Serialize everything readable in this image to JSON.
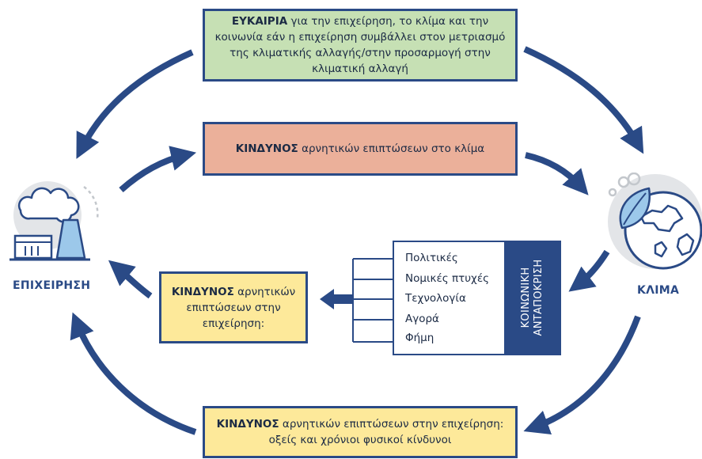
{
  "nodes": {
    "business": "ΕΠΙΧΕΙΡΗΣΗ",
    "climate": "ΚΛΙΜΑ"
  },
  "boxes": {
    "opportunity": {
      "keyword": "ΕΥΚΑΙΡΙΑ",
      "text": " για την επιχείρηση, το κλίμα και την κοινωνία εάν η επιχείρηση συμβάλλει στον μετριασμό της κλιματικής αλλαγής/στην προσαρμογή στην κλιματική αλλαγή"
    },
    "climate_risk": {
      "keyword": "ΚΙΝΔΥΝΟΣ",
      "text": " αρνητικών επιπτώσεων στο κλίμα"
    },
    "business_risk": {
      "keyword": "ΚΙΝΔΥΝΟΣ",
      "text": " αρνητικών επιπτώσεων στην επιχείρηση:"
    },
    "physical_risk": {
      "keyword": "ΚΙΝΔΥΝΟΣ",
      "text": " αρνητικών επιπτώσεων στην επιχείρηση: οξείς και χρόνιοι φυσικοί κίνδυνοι"
    }
  },
  "social_response": {
    "title_line1": "ΚΟΙΝΩΝΙΚΗ",
    "title_line2": "ΑΝΤΑΠΟΚΡΙΣΗ",
    "items": [
      "Πολιτικές",
      "Νομικές πτυχές",
      "Τεχνολογία",
      "Αγορά",
      "Φήμη"
    ]
  },
  "colors": {
    "navy": "#2a4a86",
    "opportunity_fill": "#c6e0b4",
    "climate_risk_fill": "#ebb09a",
    "business_risk_fill": "#fde99a",
    "icon_light_blue": "#9cc8ea",
    "icon_grey": "#e3e5e8"
  },
  "icons": {
    "business": "factory-icon",
    "climate": "earth-leaf-icon"
  }
}
